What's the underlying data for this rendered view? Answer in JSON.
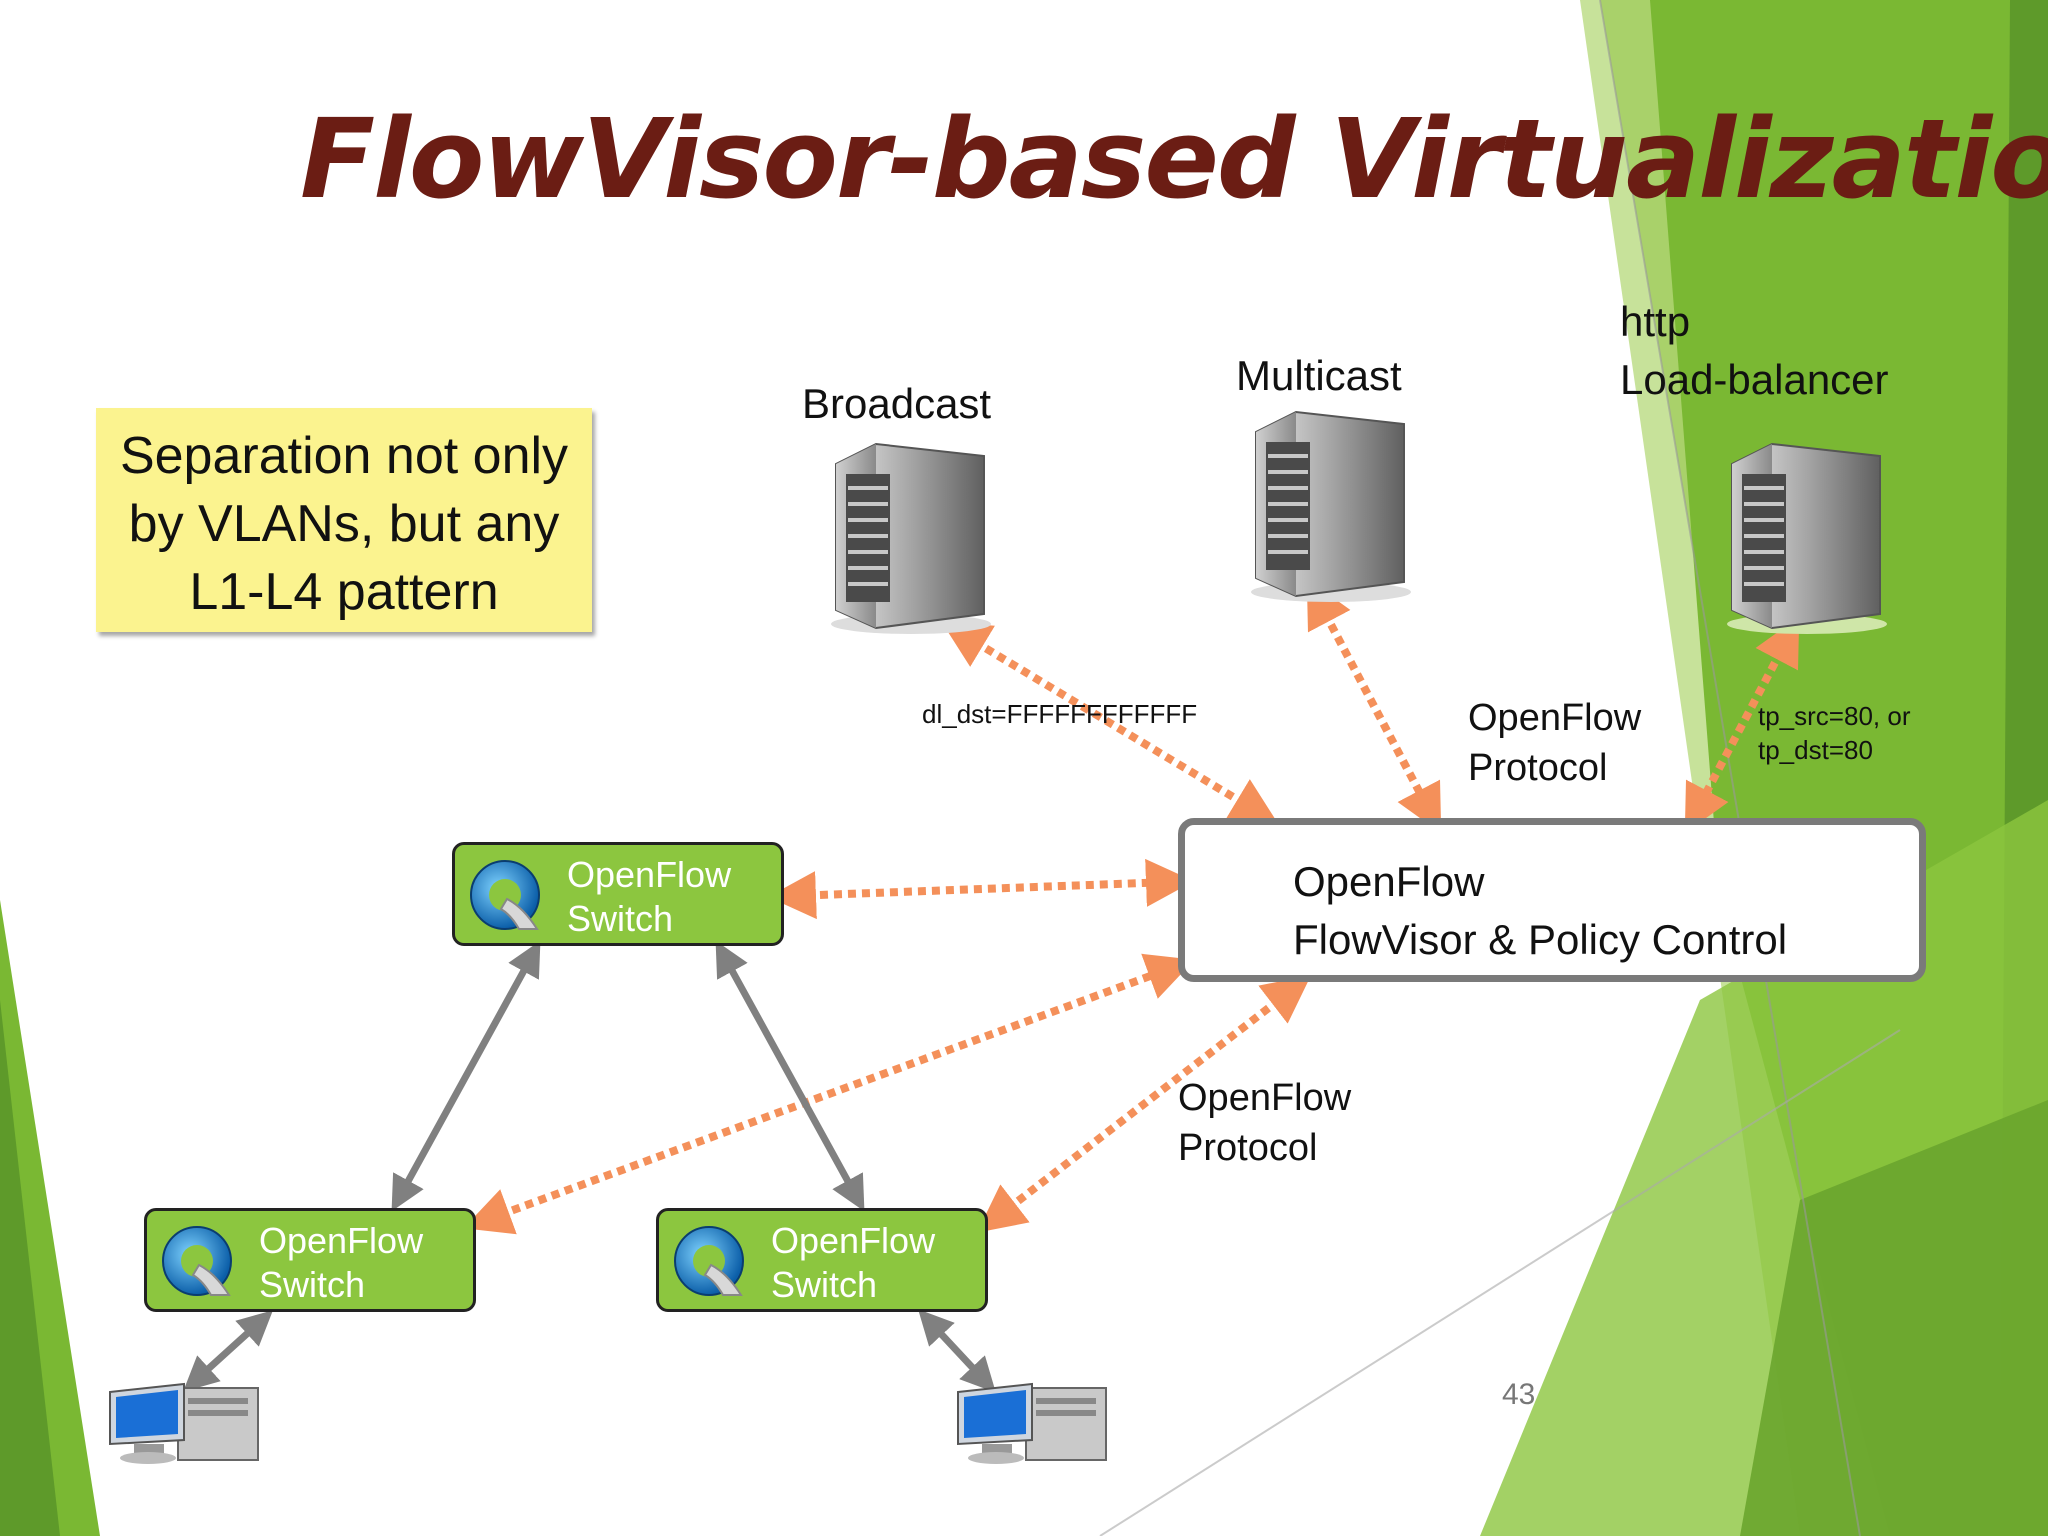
{
  "slide": {
    "title": "FlowVisor-based Virtualization",
    "page_number": "43"
  },
  "note": {
    "line1": "Separation not only",
    "line2": "by VLANs, but any",
    "line3": "L1-L4 pattern"
  },
  "servers": {
    "broadcast": "Broadcast",
    "multicast": "Multicast",
    "http_line1": "http",
    "http_line2": "Load-balancer"
  },
  "labels": {
    "dl_dst": "dl_dst=FFFFFFFFFFFF",
    "tp_line1": "tp_src=80, or",
    "tp_line2": "tp_dst=80",
    "of_protocol_top_1": "OpenFlow",
    "of_protocol_top_2": "Protocol",
    "of_protocol_bottom_1": "OpenFlow",
    "of_protocol_bottom_2": "Protocol"
  },
  "controller": {
    "line1": "OpenFlow",
    "line2": "FlowVisor & Policy Control"
  },
  "switches": {
    "line1": "OpenFlow",
    "line2": "Switch"
  },
  "colors": {
    "title": "#6b1d14",
    "switch_fill": "#8cc63f",
    "note_fill": "#fbf38f",
    "arrow_dotted": "#f4905a",
    "arrow_solid": "#808080",
    "decor_green": "#7ab833"
  },
  "icons": [
    "server-icon",
    "switch-logo-icon",
    "desktop-computer-icon"
  ]
}
